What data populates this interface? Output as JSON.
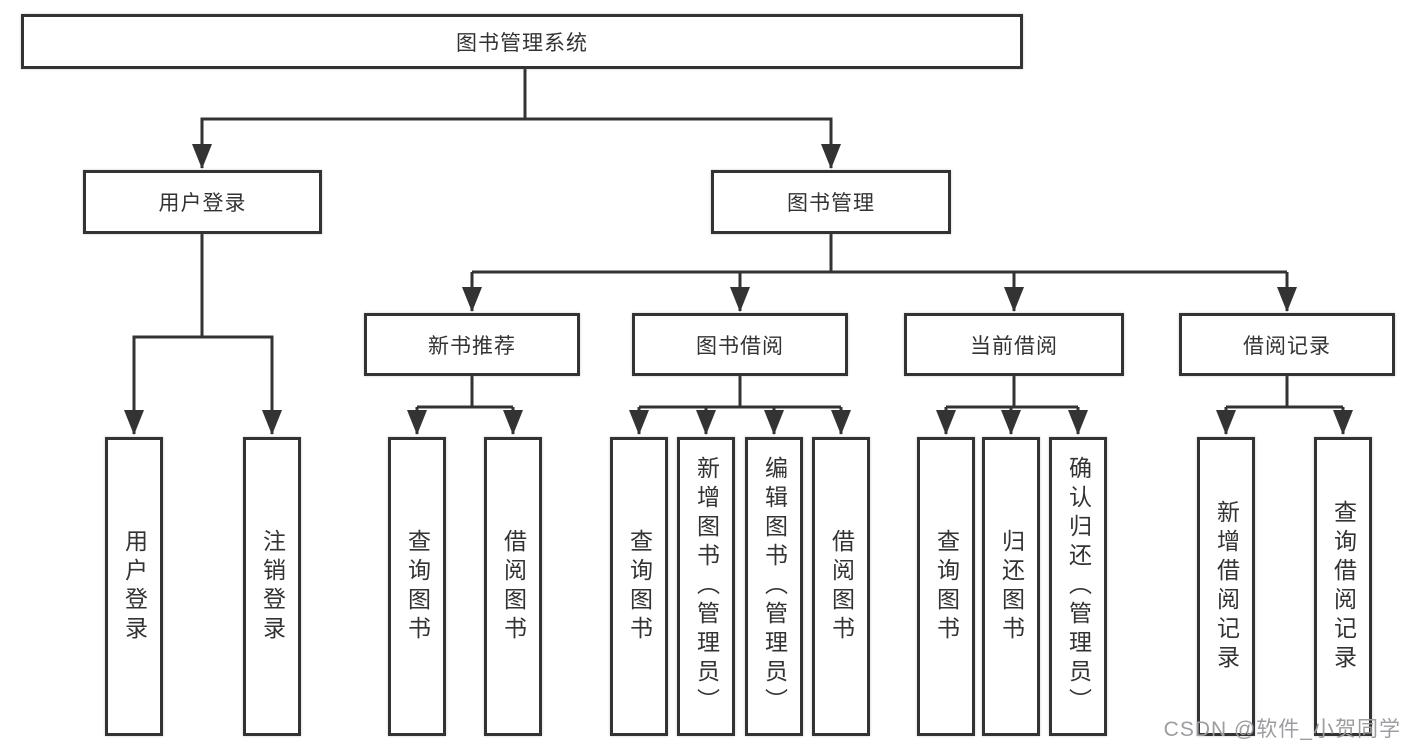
{
  "diagram_title": "图书管理系统",
  "nodes": {
    "root": "图书管理系统",
    "l2": [
      "用户登录",
      "图书管理"
    ],
    "l3": [
      "新书推荐",
      "图书借阅",
      "当前借阅",
      "借阅记录"
    ],
    "leaves_user": [
      "用户登录",
      "注销登录"
    ],
    "leaves_recommend": [
      "查询图书",
      "借阅图书"
    ],
    "leaves_borrow": [
      "查询图书",
      "新增图书（管理员）",
      "编辑图书（管理员）",
      "借阅图书"
    ],
    "leaves_current": [
      "查询图书",
      "归还图书",
      "确认归还（管理员）"
    ],
    "leaves_records": [
      "新增借阅记录",
      "查询借阅记录"
    ]
  },
  "watermark": "CSDN @软件_小贺同学",
  "colors": {
    "line": "#333333",
    "box_background": "#ffffff",
    "text": "#333333",
    "watermark": "#9d9da1"
  }
}
